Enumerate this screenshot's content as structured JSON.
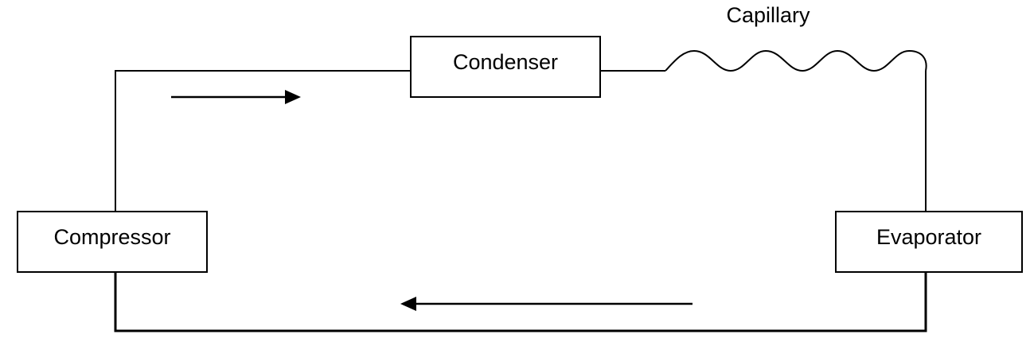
{
  "components": {
    "condenser": "Condenser",
    "compressor": "Compressor",
    "evaporator": "Evaporator",
    "capillary": "Capillary"
  },
  "colors": {
    "line": "#000000",
    "background": "#ffffff"
  }
}
